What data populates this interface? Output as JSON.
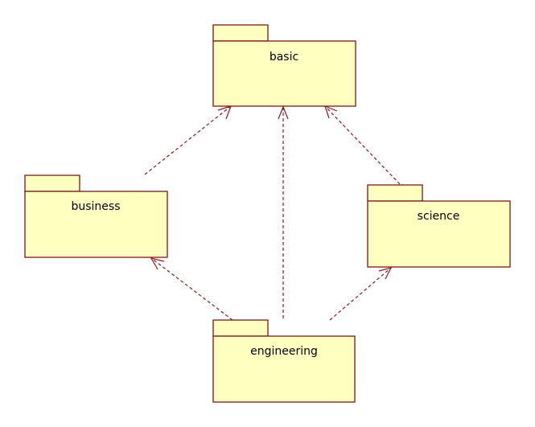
{
  "diagram": {
    "packages": {
      "basic": {
        "label": "basic"
      },
      "business": {
        "label": "business"
      },
      "science": {
        "label": "science"
      },
      "engineering": {
        "label": "engineering"
      }
    },
    "dependencies": [
      {
        "from": "business",
        "to": "basic"
      },
      {
        "from": "engineering",
        "to": "basic"
      },
      {
        "from": "science",
        "to": "basic"
      },
      {
        "from": "engineering",
        "to": "business"
      },
      {
        "from": "engineering",
        "to": "science"
      }
    ],
    "colors": {
      "package_fill": "#ffffc0",
      "package_stroke": "#7a1818",
      "arrow": "#8a1a1a"
    }
  }
}
